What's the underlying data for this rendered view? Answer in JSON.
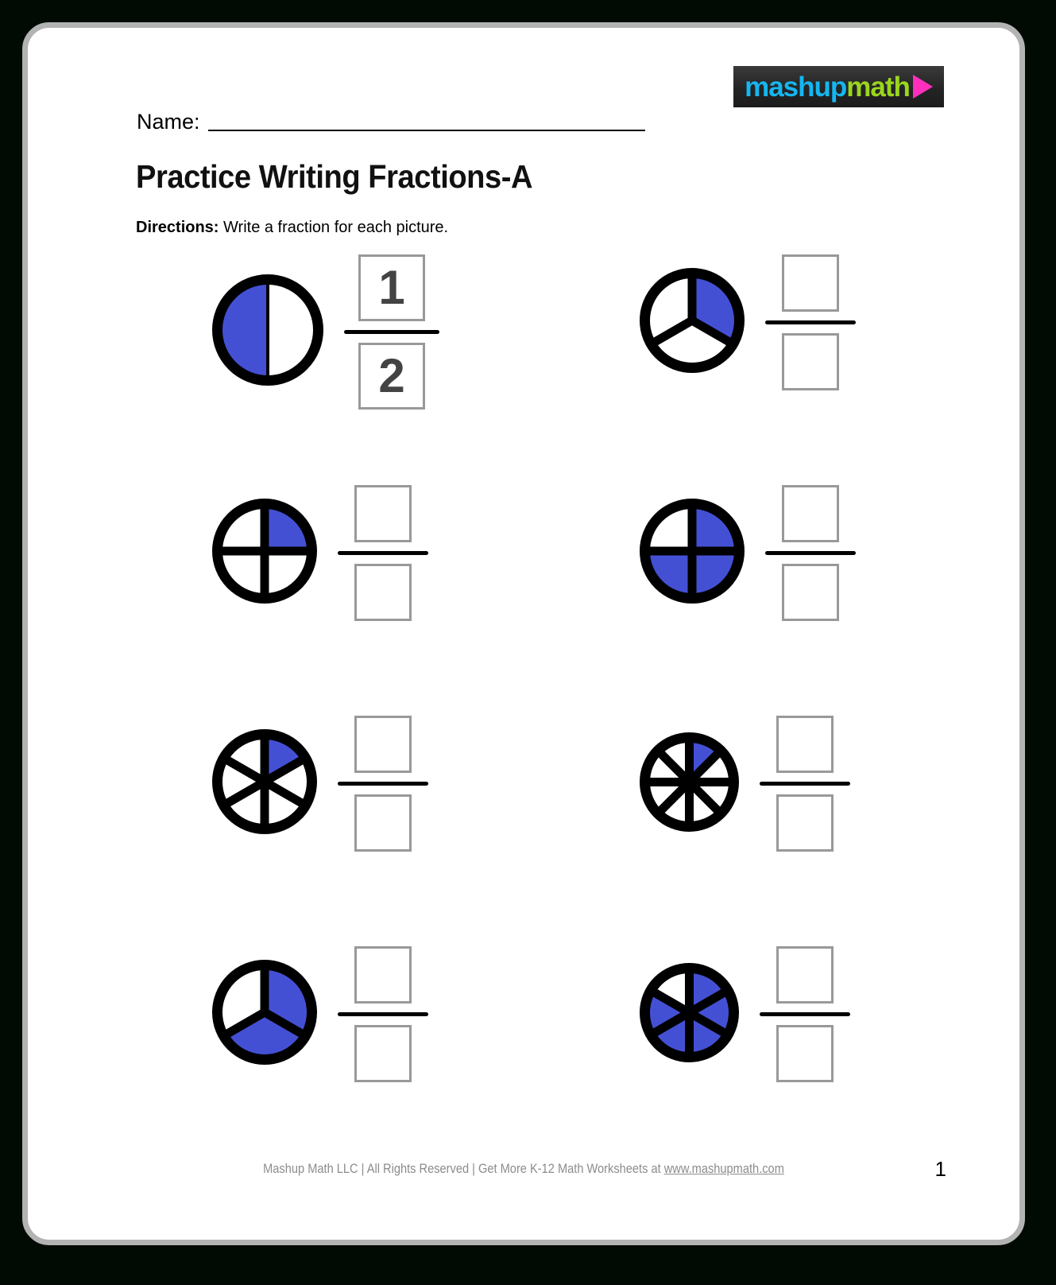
{
  "logo": {
    "part1": "mashup",
    "part2": "math",
    "icon": "play-triangle-icon",
    "colors": {
      "mashup": "#15b6f0",
      "math": "#9ad61e",
      "triangle": "#ff2fbe",
      "background": "#242424"
    }
  },
  "header": {
    "name_label": "Name:",
    "title": "Practice Writing Fractions-A",
    "directions_label": "Directions:",
    "directions_text": " Write a fraction for each picture."
  },
  "theme": {
    "fill_blue": "#4450d4",
    "circle_stroke": "#000000",
    "box_border": "#999999",
    "numeral_color": "#434343",
    "page_border": "#b3b3b3",
    "background": "#010a03"
  },
  "problems": [
    {
      "index": 1,
      "parts": 2,
      "filled": 1,
      "filled_slices": [
        1
      ],
      "size": 140,
      "stroke": 13,
      "numerator": "1",
      "denominator": "2",
      "prefilled": true
    },
    {
      "index": 2,
      "parts": 3,
      "filled": 1,
      "filled_slices": [
        0
      ],
      "size": 132,
      "stroke": 13,
      "numerator": "",
      "denominator": "",
      "prefilled": false
    },
    {
      "index": 3,
      "parts": 4,
      "filled": 1,
      "filled_slices": [
        0
      ],
      "size": 132,
      "stroke": 13,
      "numerator": "",
      "denominator": "",
      "prefilled": false
    },
    {
      "index": 4,
      "parts": 4,
      "filled": 3,
      "filled_slices": [
        0,
        1,
        2
      ],
      "size": 132,
      "stroke": 13,
      "numerator": "",
      "denominator": "",
      "prefilled": false
    },
    {
      "index": 5,
      "parts": 6,
      "filled": 1,
      "filled_slices": [
        0
      ],
      "size": 132,
      "stroke": 13,
      "numerator": "",
      "denominator": "",
      "prefilled": false
    },
    {
      "index": 6,
      "parts": 8,
      "filled": 1,
      "filled_slices": [
        0
      ],
      "size": 125,
      "stroke": 13,
      "numerator": "",
      "denominator": "",
      "prefilled": false
    },
    {
      "index": 7,
      "parts": 3,
      "filled": 2,
      "filled_slices": [
        0,
        1
      ],
      "size": 132,
      "stroke": 13,
      "numerator": "",
      "denominator": "",
      "prefilled": false
    },
    {
      "index": 8,
      "parts": 6,
      "filled": 5,
      "filled_slices": [
        0,
        1,
        2,
        3,
        4
      ],
      "size": 125,
      "stroke": 13,
      "numerator": "",
      "denominator": "",
      "prefilled": false
    }
  ],
  "footer": {
    "text_before": "Mashup Math LLC | All Rights Reserved | Get More K-12 Math Worksheets at ",
    "url": "www.mashupmath.com",
    "page_number": "1"
  }
}
